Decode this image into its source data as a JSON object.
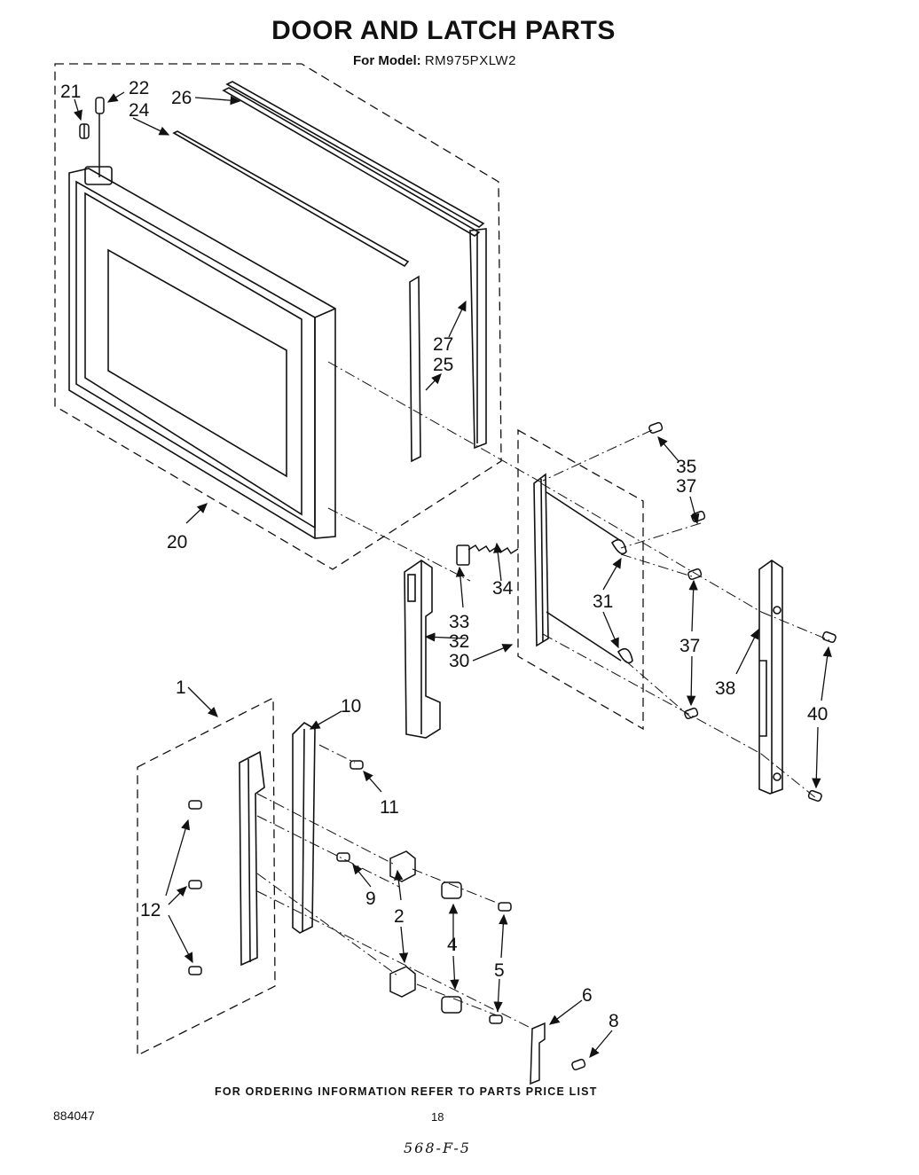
{
  "header": {
    "title": "DOOR AND LATCH PARTS",
    "model_prefix": "For Model:",
    "model": "RM975PXLW2"
  },
  "labels": {
    "l1": "1",
    "l2": "2",
    "l4": "4",
    "l5": "5",
    "l6": "6",
    "l8": "8",
    "l9": "9",
    "l10": "10",
    "l11": "11",
    "l12": "12",
    "l20": "20",
    "l21": "21",
    "l22": "22",
    "l24": "24",
    "l25": "25",
    "l26": "26",
    "l27": "27",
    "l30": "30",
    "l31": "31",
    "l32": "32",
    "l33": "33",
    "l34": "34",
    "l35": "35",
    "l37a": "37",
    "l37b": "37",
    "l38": "38",
    "l40": "40"
  },
  "footer": {
    "ordering_note": "FOR ORDERING INFORMATION REFER TO PARTS PRICE LIST",
    "doc_number": "884047",
    "page_number": "18",
    "handwritten": "568-F-5"
  }
}
